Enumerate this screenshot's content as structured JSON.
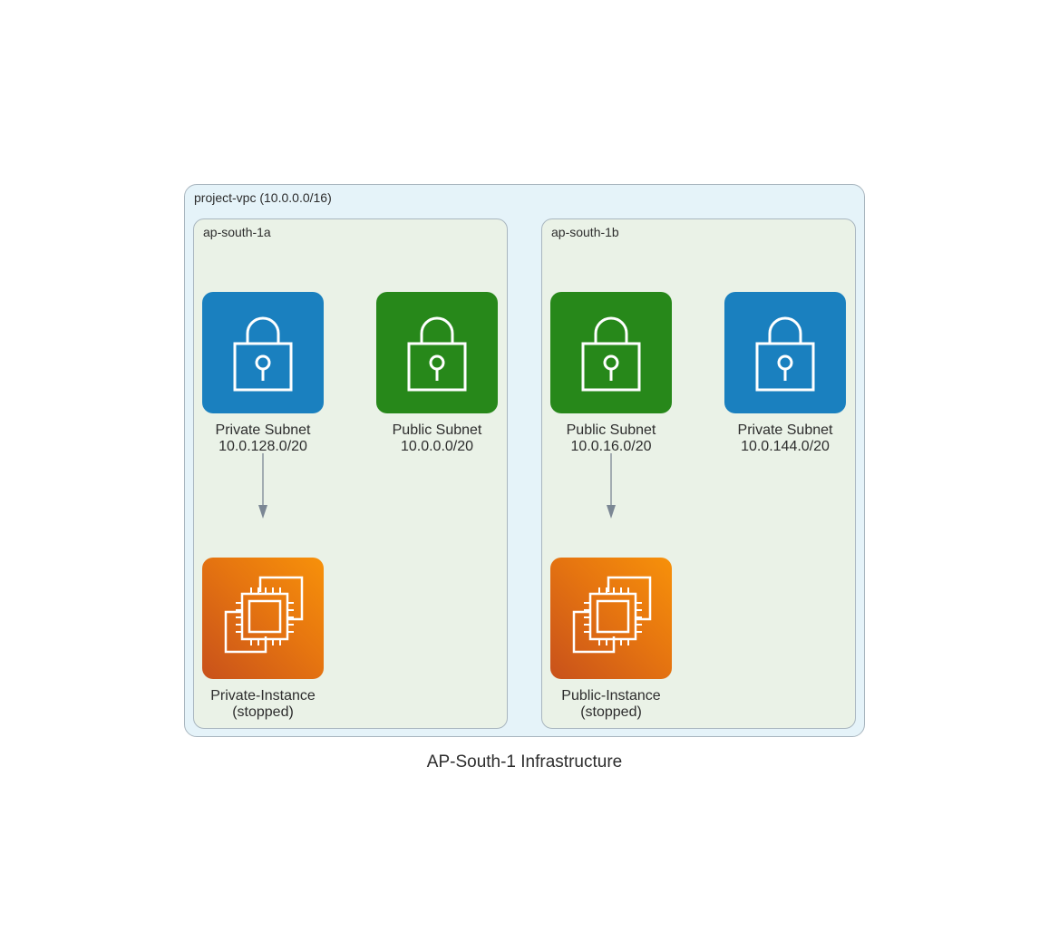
{
  "title": "AP-South-1 Infrastructure",
  "vpc": {
    "label": "project-vpc (10.0.0.0/16)"
  },
  "zones": [
    {
      "label": "ap-south-1a",
      "subnets": [
        {
          "name": "Private Subnet",
          "cidr": "10.0.128.0/20",
          "type": "private",
          "icon": "lock-icon",
          "color": "#1a80bf"
        },
        {
          "name": "Public Subnet",
          "cidr": "10.0.0.0/20",
          "type": "public",
          "icon": "lock-icon",
          "color": "#27881a"
        }
      ],
      "instance": {
        "name": "Private-Instance",
        "state": "(stopped)",
        "icon": "ec2-instance-icon"
      }
    },
    {
      "label": "ap-south-1b",
      "subnets": [
        {
          "name": "Public Subnet",
          "cidr": "10.0.16.0/20",
          "type": "public",
          "icon": "lock-icon",
          "color": "#27881a"
        },
        {
          "name": "Private Subnet",
          "cidr": "10.0.144.0/20",
          "type": "private",
          "icon": "lock-icon",
          "color": "#1a80bf"
        }
      ],
      "instance": {
        "name": "Public-Instance",
        "state": "(stopped)",
        "icon": "ec2-instance-icon"
      }
    }
  ],
  "edges": [
    {
      "from": "Private Subnet 10.0.128.0/20",
      "to": "Private-Instance"
    },
    {
      "from": "Public Subnet 10.0.16.0/20",
      "to": "Public-Instance"
    }
  ],
  "colors": {
    "private": "#1a80bf",
    "public": "#27881a",
    "instance": "#e67510",
    "edge": "#7b8794"
  }
}
